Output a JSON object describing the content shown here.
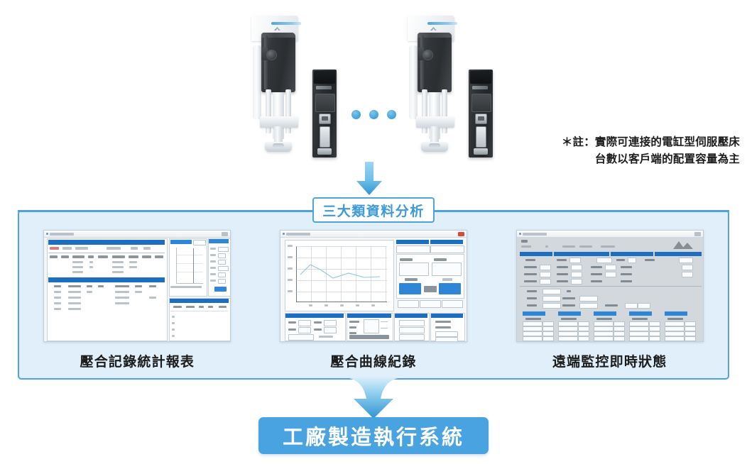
{
  "note": {
    "line1": "＊註：實際可連接的電缸型伺服壓床",
    "line2": "台數以客戶端的配置容量為主"
  },
  "section": {
    "title": "三大類資料分析"
  },
  "panels": [
    {
      "caption": "壓合記錄統計報表",
      "kind": "report-table-window"
    },
    {
      "caption": "壓合曲線紀錄",
      "kind": "curve-record-window"
    },
    {
      "caption": "遠端監控即時狀態",
      "kind": "remote-monitor-window"
    }
  ],
  "footer": {
    "label": "工廠製造執行系統"
  },
  "devices": {
    "press_label": "electric-cylinder-servo-press",
    "drive_label": "servo-drive",
    "ellipsis": "..."
  },
  "colors": {
    "accent_blue": "#4ea3dc",
    "panel_background": "#e0effa",
    "footer_blue": "#49a3e0",
    "title_text_blue": "#3d9ad8",
    "arrow_blue_top": "#8fd0f0",
    "arrow_blue_bottom": "#2f93d2",
    "text_dark": "#1c1c1c"
  }
}
